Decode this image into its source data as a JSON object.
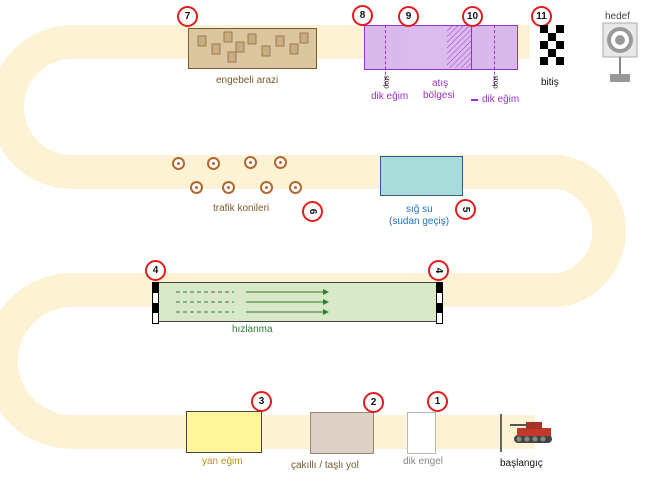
{
  "stations": {
    "s1": {
      "number": "1",
      "label": "dik engel"
    },
    "s2": {
      "number": "2",
      "label": "çakıllı / taşlı yol"
    },
    "s3": {
      "number": "3",
      "label": "yan eğim"
    },
    "s4a": {
      "number": "4"
    },
    "s4b": {
      "number": "4"
    },
    "accel": {
      "label": "hızlanma"
    },
    "s5": {
      "number": "5",
      "label_line1": "sığ su",
      "label_line2": "(sudan geçiş)"
    },
    "s6": {
      "number": "6",
      "label": "trafik konileri"
    },
    "s7": {
      "number": "7",
      "label": "engebeli arazi"
    },
    "s8": {
      "number": "8",
      "stop": "stop",
      "label": "dik eğim"
    },
    "s9": {
      "number": "9",
      "label_line1": "atış",
      "label_line2": "bölgesi"
    },
    "s10": {
      "number": "10",
      "stop": "stop",
      "label": "dik eğim"
    },
    "s11": {
      "number": "11",
      "label": "bitiş"
    },
    "start": {
      "label": "başlangıç"
    },
    "target": {
      "label": "hedef"
    }
  },
  "colors": {
    "track": "#fdf3d4",
    "badge_ring": "#e41b1b",
    "purple": "#9932cc",
    "water": "#a9dcd8",
    "terrain": "#dcc6a0",
    "accel_zone": "#d9e8c6",
    "side_slope": "#fff59b",
    "gravel": "#ddd0c4",
    "cone": "#b4682e"
  }
}
